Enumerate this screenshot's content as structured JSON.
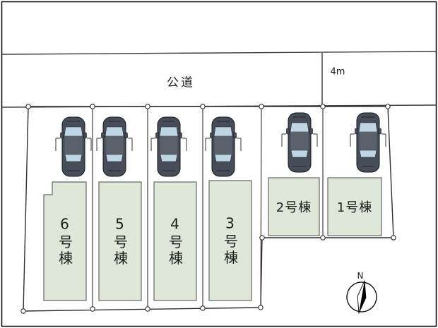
{
  "site_plan": {
    "road": {
      "label": "公道",
      "width_label": "4m"
    },
    "compass": {
      "label": "N"
    },
    "buildings": [
      {
        "id": 6,
        "label": "6号棟"
      },
      {
        "id": 5,
        "label": "5号棟"
      },
      {
        "id": 4,
        "label": "4号棟"
      },
      {
        "id": 3,
        "label": "3号棟"
      },
      {
        "id": 2,
        "label": "2号棟"
      },
      {
        "id": 1,
        "label": "1号棟"
      }
    ],
    "colors": {
      "building_fill": "#dfe7d8",
      "building_stroke": "#666666",
      "boundary_line": "#2e2e2e",
      "car_body": "#474d58",
      "car_window": "#bed5e6"
    }
  }
}
